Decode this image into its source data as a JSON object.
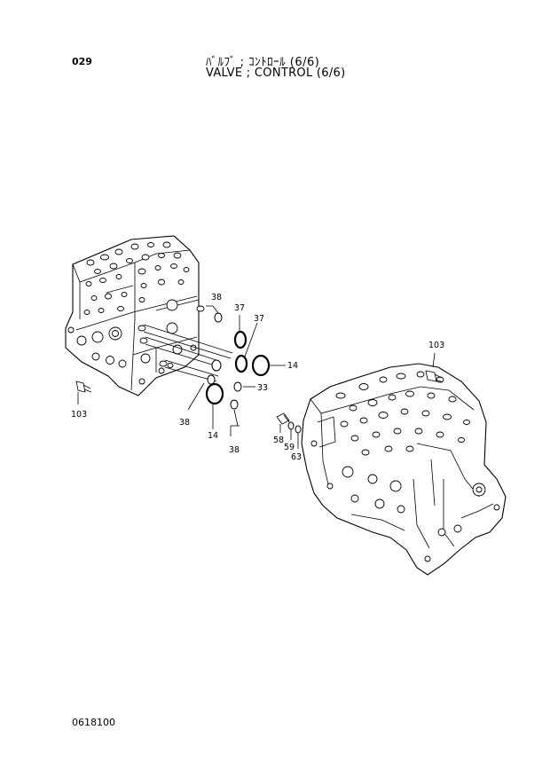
{
  "header": {
    "page_number": "029",
    "title_jp": "ﾊﾞﾙﾌﾞ ; ｺﾝﾄﾛｰﾙ (6/6)",
    "title_en": "VALVE ; CONTROL (6/6)"
  },
  "footer": {
    "doc_code": "0618100"
  },
  "callouts": {
    "c38a": "38",
    "c37a": "37",
    "c37b": "37",
    "c14a": "14",
    "c33": "33",
    "c38b": "38",
    "c14b": "14",
    "c38c": "38",
    "c103a": "103",
    "c103b": "103",
    "c58": "58",
    "c59": "59",
    "c63": "63"
  }
}
